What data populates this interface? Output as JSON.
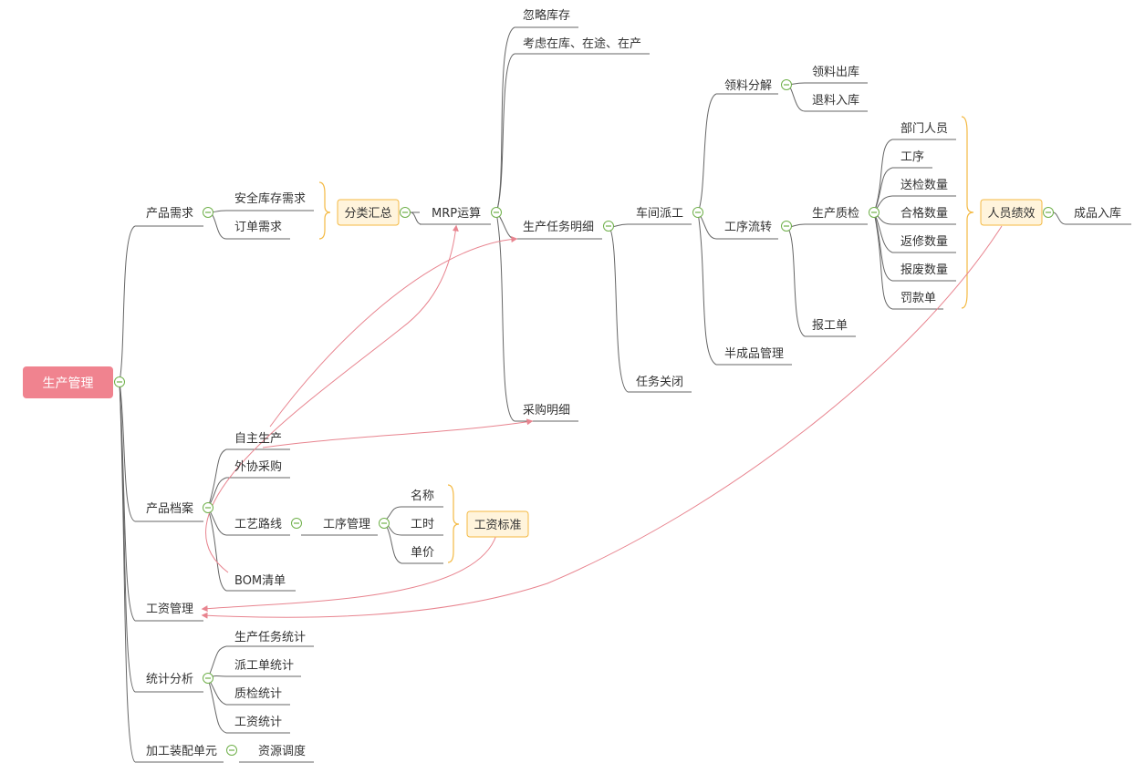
{
  "root": "生产管理",
  "nodes": {
    "cpxq": "产品需求",
    "aqkc": "安全库存需求",
    "ddxq": "订单需求",
    "flhz": "分类汇总",
    "mrp": "MRP运算",
    "hlkc": "忽略库存",
    "kl": "考虑在库、在途、在产",
    "scrw": "生产任务明细",
    "cjpg": "车间派工",
    "llfj": "领料分解",
    "llck": "领料出库",
    "tlrk": "退料入库",
    "gxlz": "工序流转",
    "sczj": "生产质检",
    "bmry": "部门人员",
    "gx": "工序",
    "sjsl": "送检数量",
    "hgsl": "合格数量",
    "fxsl": "返修数量",
    "bfsl": "报废数量",
    "fkd": "罚款单",
    "ryjx": "人员绩效",
    "cprk": "成品入库",
    "bgd": "报工单",
    "bcp": "半成品管理",
    "rwgb": "任务关闭",
    "cgmx": "采购明细",
    "cpda": "产品档案",
    "zzsc": "自主生产",
    "wxcg": "外协采购",
    "gylx": "工艺路线",
    "gxgl": "工序管理",
    "mc": "名称",
    "gs": "工时",
    "dj": "单价",
    "gzbz": "工资标准",
    "bom": "BOM清单",
    "gzgl": "工资管理",
    "tjfx": "统计分析",
    "scrwtj": "生产任务统计",
    "pgdtj": "派工单统计",
    "zjtj": "质检统计",
    "gztj": "工资统计",
    "jgzp": "加工装配单元",
    "zydd": "资源调度"
  },
  "colors": {
    "root": "#f0838f",
    "line": "#666666",
    "relationship": "#e8848f",
    "summary_border": "#f4b942",
    "summary_fill": "#fff4dc",
    "collapse": "#6fb04a"
  }
}
